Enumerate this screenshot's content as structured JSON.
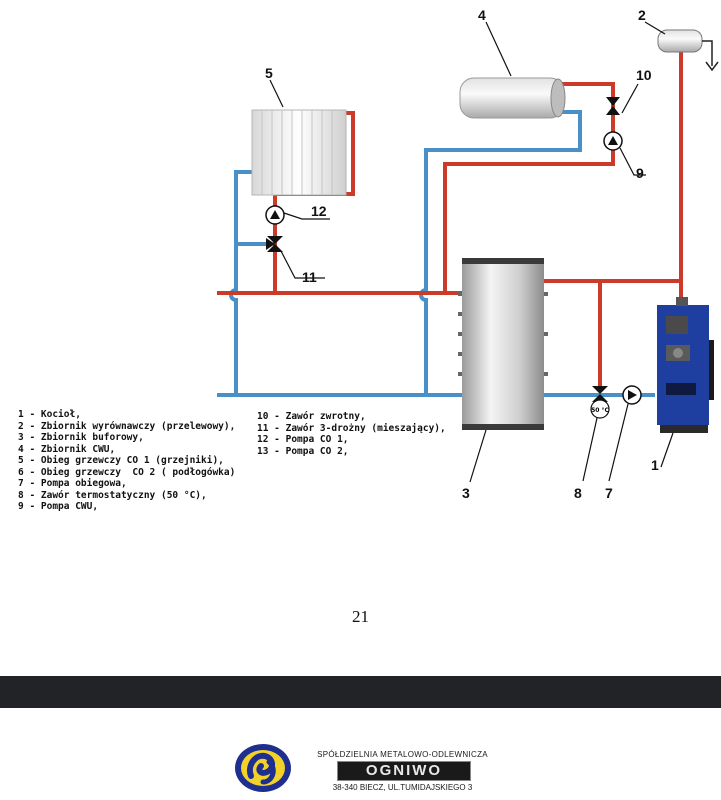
{
  "diagram": {
    "component_numbers": [
      "1",
      "2",
      "3",
      "4",
      "5",
      "7",
      "8",
      "9",
      "10",
      "11",
      "12"
    ],
    "thermostat_label": "50 °C",
    "colors": {
      "hot_pipe": "#cc3a2a",
      "return_pipe": "#4a90c8",
      "boiler": "#1e3fa0"
    }
  },
  "legend_left": [
    "1 - Kocioł,",
    "2 - Zbiornik wyrównawczy (przelewowy),",
    "3 - Zbiornik buforowy,",
    "4 - Zbiornik CWU,",
    "5 - Obieg grzewczy CO 1 (grzejniki),",
    "6 - Obieg grzewczy  CO 2 ( podłogówka)",
    "7 - Pompa obiegowa,",
    "8 - Zawór termostatyczny (50 °C),",
    "9 - Pompa CWU,"
  ],
  "legend_right": [
    "10 - Zawór zwrotny,",
    "11 - Zawór 3-drożny (mieszający),",
    "12 - Pompa CO 1,",
    "13 - Pompa CO 2,"
  ],
  "page_number": "21",
  "footer": {
    "company_name": "SPÓŁDZIELNIA METALOWO-ODLEWNICZA",
    "brand": "OGNIWO",
    "address": "38-340 BIECZ, UL.TUMIDAJSKIEGO 3",
    "logo_icon": "ogniwo-logo-icon"
  }
}
